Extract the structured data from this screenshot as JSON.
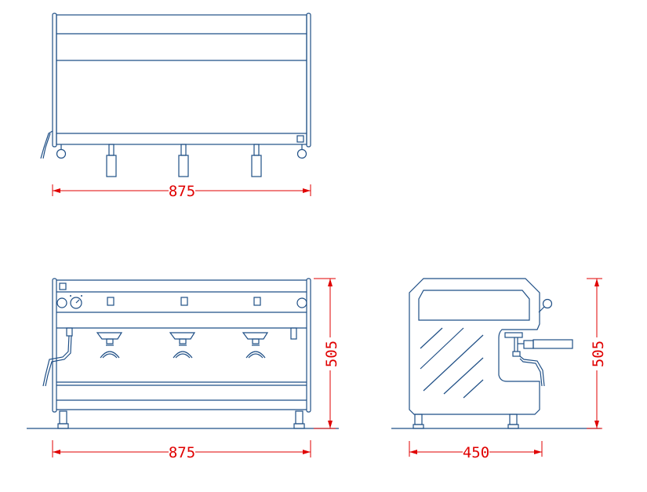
{
  "drawing": {
    "views": [
      {
        "name": "top-view"
      },
      {
        "name": "front-view"
      },
      {
        "name": "side-view"
      }
    ],
    "dimensions": {
      "top_width": "875",
      "front_width": "875",
      "front_height": "505",
      "side_width": "450",
      "side_height": "505"
    },
    "colors": {
      "line": "#1f4f86",
      "dimension": "#e00000",
      "background": "#ffffff"
    }
  }
}
